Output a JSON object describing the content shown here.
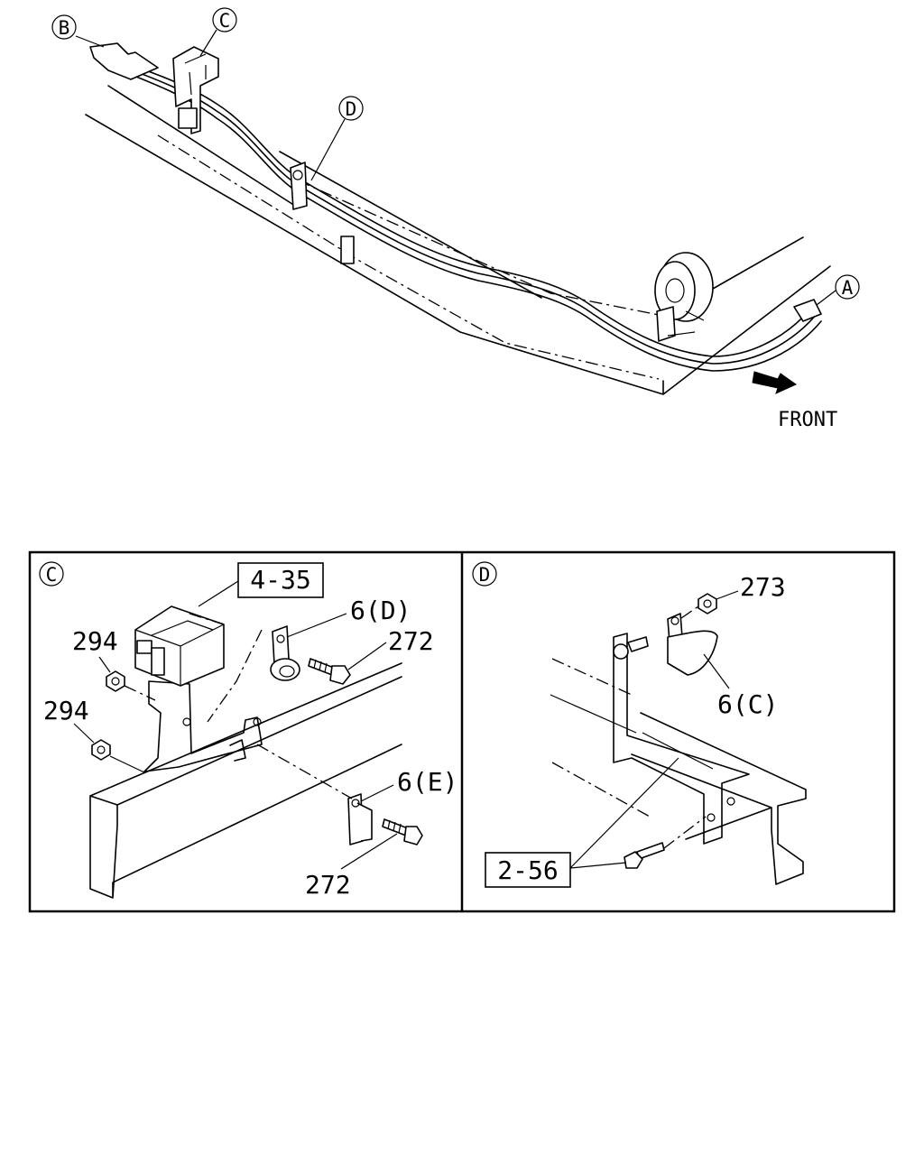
{
  "overview": {
    "callout_a": "A",
    "callout_b": "B",
    "callout_c": "C",
    "callout_d": "D",
    "front_label": "FRONT"
  },
  "detail_c": {
    "callout": "C",
    "ref_box": "4-35",
    "part_294_upper": "294",
    "part_294_lower": "294",
    "part_6d": "6(D)",
    "part_272_upper": "272",
    "part_6e": "6(E)",
    "part_272_lower": "272"
  },
  "detail_d": {
    "callout": "D",
    "part_273": "273",
    "part_6c": "6(C)",
    "ref_box": "2-56"
  }
}
